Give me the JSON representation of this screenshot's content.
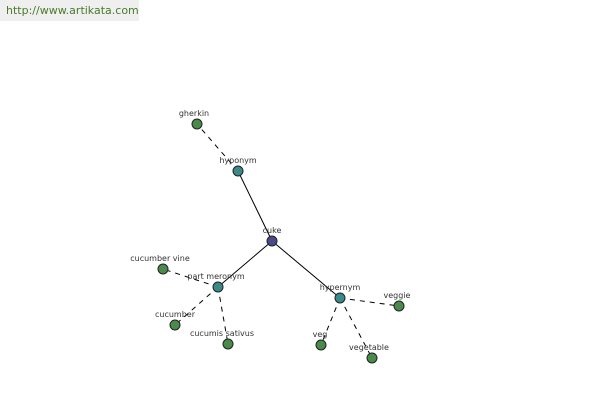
{
  "site": {
    "url": "http://www.artikata.com"
  },
  "colors": {
    "center": "#4a4a8a",
    "relation": "#3a8a8a",
    "word": "#4a8a4a",
    "url_bar": "#efefef",
    "url_text": "#4a7a2a"
  },
  "graph": {
    "nodes": [
      {
        "id": "cuke",
        "label": "cuke",
        "kind": "center"
      },
      {
        "id": "hyponym",
        "label": "hyponym",
        "kind": "relation"
      },
      {
        "id": "gherkin",
        "label": "gherkin",
        "kind": "word"
      },
      {
        "id": "part_meronym",
        "label": "part meronym",
        "kind": "relation"
      },
      {
        "id": "cucumber_vine",
        "label": "cucumber vine",
        "kind": "word"
      },
      {
        "id": "cucumber",
        "label": "cucumber",
        "kind": "word"
      },
      {
        "id": "cucumis_sativus",
        "label": "cucumis sativus",
        "kind": "word"
      },
      {
        "id": "hypernym",
        "label": "hypernym",
        "kind": "relation"
      },
      {
        "id": "veggie",
        "label": "veggie",
        "kind": "word"
      },
      {
        "id": "veg",
        "label": "veg",
        "kind": "word"
      },
      {
        "id": "vegetable",
        "label": "vegetable",
        "kind": "word"
      }
    ],
    "edges": [
      {
        "from": "cuke",
        "to": "hyponym",
        "style": "solid"
      },
      {
        "from": "cuke",
        "to": "part_meronym",
        "style": "solid"
      },
      {
        "from": "cuke",
        "to": "hypernym",
        "style": "solid"
      },
      {
        "from": "hyponym",
        "to": "gherkin",
        "style": "dashed"
      },
      {
        "from": "part_meronym",
        "to": "cucumber_vine",
        "style": "dashed"
      },
      {
        "from": "part_meronym",
        "to": "cucumber",
        "style": "dashed"
      },
      {
        "from": "part_meronym",
        "to": "cucumis_sativus",
        "style": "dashed"
      },
      {
        "from": "hypernym",
        "to": "veggie",
        "style": "dashed"
      },
      {
        "from": "hypernym",
        "to": "veg",
        "style": "dashed"
      },
      {
        "from": "hypernym",
        "to": "vegetable",
        "style": "dashed"
      }
    ]
  }
}
